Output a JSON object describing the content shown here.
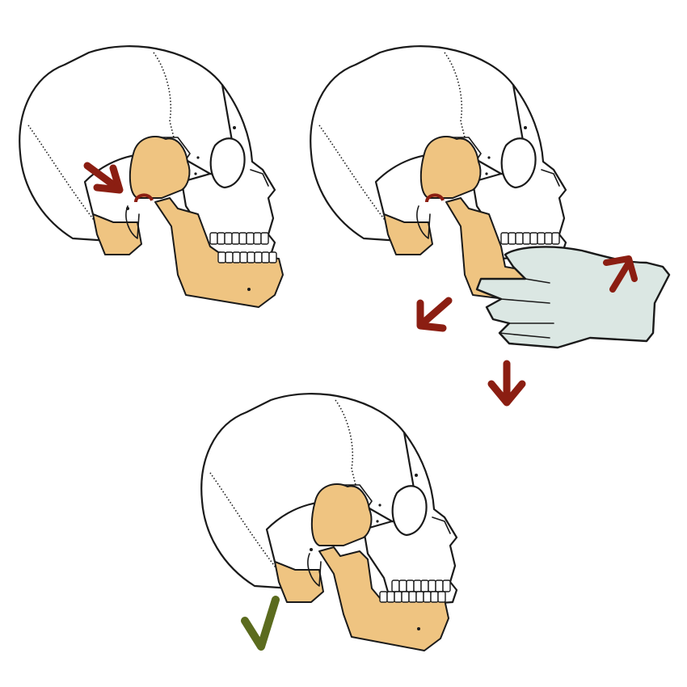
{
  "colors": {
    "bone": "#efc481",
    "arrow_red": "#8b1e12",
    "check_green": "#5b6b1e",
    "glove": "#dbe7e3"
  },
  "panels": [
    {
      "name": "dislocated-jaw",
      "arrows": [
        "arrow-back-right"
      ],
      "hand": false
    },
    {
      "name": "reduction-maneuver",
      "arrows": [
        "arrow-down-left",
        "arrow-down",
        "arrow-up-right"
      ],
      "hand": true
    },
    {
      "name": "reduced-jaw",
      "arrows": [],
      "check": true
    }
  ],
  "icons": [
    "skull-icon",
    "glove-hand-icon",
    "checkmark-icon",
    "arrow-icon"
  ]
}
